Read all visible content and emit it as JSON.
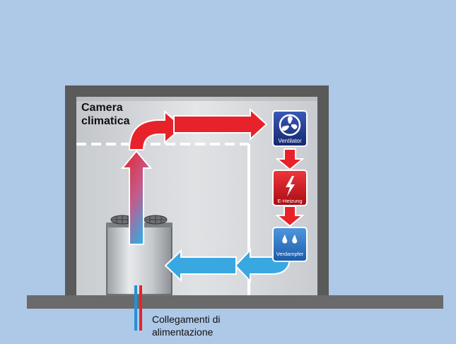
{
  "room_label_lines": [
    "Camera",
    "climatica"
  ],
  "supply_label_lines": [
    "Collegamenti di",
    "alimentazione"
  ],
  "components": [
    {
      "id": "fan",
      "label": "Ventilator",
      "icon": "fan-icon",
      "color": "#1e3c91"
    },
    {
      "id": "heater",
      "label": "E-Heizung",
      "icon": "lightning-icon",
      "color": "#d8111c"
    },
    {
      "id": "evaporator",
      "label": "Verdampfer",
      "icon": "water-drops-icon",
      "color": "#2a76c8"
    }
  ],
  "colors": {
    "background": "#aec8e8",
    "wall": "#5a5a5a",
    "warm_air": "#e8222a",
    "cool_air": "#3aa8e0",
    "floor": "#6a6a6a"
  }
}
